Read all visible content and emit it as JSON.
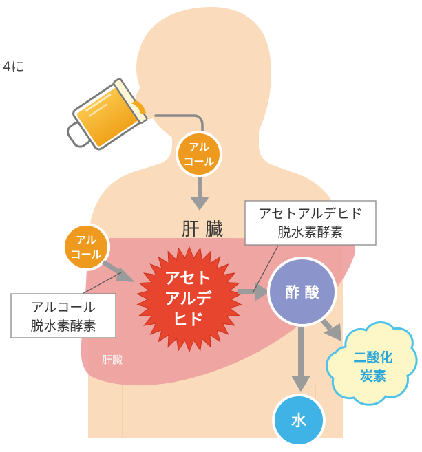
{
  "edge_text": "4に",
  "labels": {
    "alcohol_top": [
      "アル",
      "コール"
    ],
    "alcohol_left": [
      "アル",
      "コール"
    ],
    "liver_heading": "肝 臓",
    "liver_small": "肝臓",
    "acetaldehyde": [
      "アセト",
      "アルデ",
      "ヒド"
    ],
    "acetic_acid": "酢 酸",
    "co2": [
      "二酸化",
      "炭素"
    ],
    "water": "水"
  },
  "boxes": {
    "adh": [
      "アルコール",
      "脱水素酵素"
    ],
    "aldh": [
      "アセトアルデヒド",
      "脱水素酵素"
    ]
  },
  "colors": {
    "skin": "#fadcbc",
    "liver": "#eea19f",
    "orange_circle": "#ee9a1e",
    "burst": "#e8452f",
    "acetic": "#8c94cc",
    "water": "#3fb3e5",
    "co2_fill": "#fdf7c7",
    "co2_stroke": "#4fc2ea",
    "arrow": "#9b9b9b"
  }
}
